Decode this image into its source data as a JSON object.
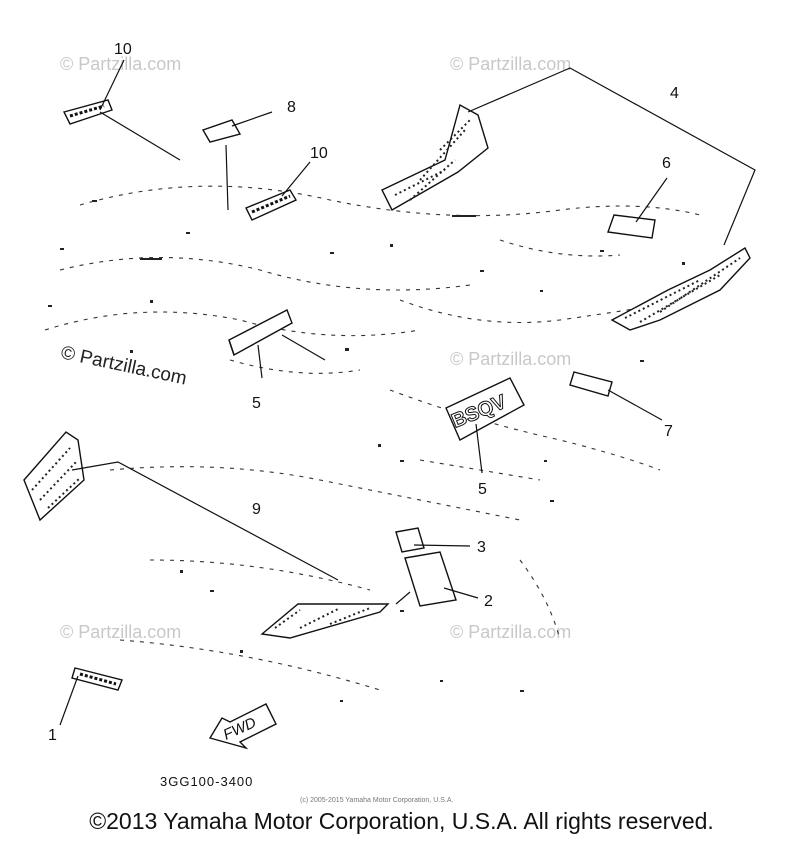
{
  "diagram": {
    "part_number": "3GG100-3400",
    "copyright_small": "(c) 2005-2015 Yamaha Motor Corporation, U.S.A.",
    "footer": "©2013 Yamaha Motor Corporation, U.S.A. All rights reserved.",
    "watermark": "© Partzilla.com",
    "fwd_label": "FWD",
    "callouts": [
      "10",
      "8",
      "10",
      "4",
      "6",
      "5",
      "7",
      "5",
      "9",
      "3",
      "2",
      "1"
    ]
  }
}
